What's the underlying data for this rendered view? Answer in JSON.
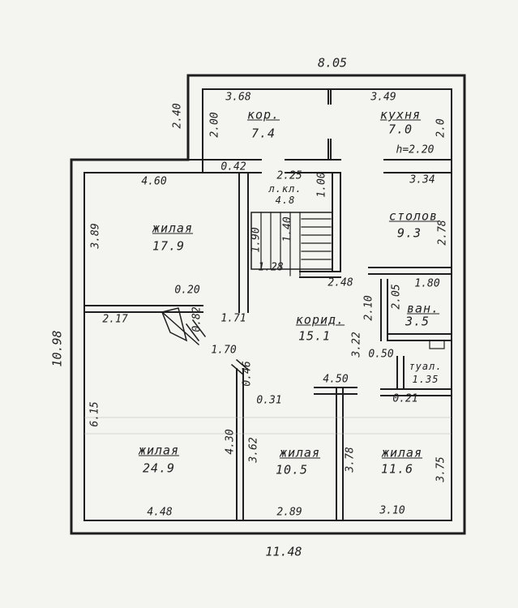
{
  "overall": {
    "top_width": "8.05",
    "bottom_width": "11.48",
    "left_height": "10.98"
  },
  "rooms": [
    {
      "id": "kor-top",
      "name": "кор.",
      "area": "7.4"
    },
    {
      "id": "kitchen",
      "name": "кухня",
      "area": "7.0"
    },
    {
      "id": "living-nw",
      "name": "жилая",
      "area": "17.9"
    },
    {
      "id": "stair",
      "name": "л.кл.",
      "area": "4.8"
    },
    {
      "id": "dining",
      "name": "столов",
      "area": "9.3"
    },
    {
      "id": "corridor",
      "name": "корид.",
      "area": "15.1"
    },
    {
      "id": "bath",
      "name": "ван.",
      "area": "3.5"
    },
    {
      "id": "wc",
      "name": "туал.",
      "area": "1.35"
    },
    {
      "id": "living-sw",
      "name": "жилая",
      "area": "24.9"
    },
    {
      "id": "living-s1",
      "name": "жилая",
      "area": "10.5"
    },
    {
      "id": "living-s2",
      "name": "жилая",
      "area": "11.6"
    }
  ],
  "dims": {
    "d368": "3.68",
    "d349": "3.49",
    "d240": "2.40",
    "d200": "2.00",
    "d20r": "2.0",
    "h220": "h=2.20",
    "d460": "4.60",
    "d042": "0.42",
    "d225": "2.25",
    "d100": "1.00",
    "d334": "3.34",
    "d389": "3.89",
    "d190": "1.90",
    "d140": "1.40",
    "d128": "1.28",
    "d248": "2.48",
    "d278": "2.78",
    "d020": "0.20",
    "d217": "2.17",
    "d082": "0.82",
    "d171": "1.71",
    "d170": "1.70",
    "d205": "2.05",
    "d180": "1.80",
    "d210": "2.10",
    "d322": "3.22",
    "d050": "0.50",
    "d046": "0.46",
    "d450": "4.50",
    "d031": "0.31",
    "d021": "0.21",
    "d615": "6.15",
    "d430": "4.30",
    "d362": "3.62",
    "d378": "3.78",
    "d375": "3.75",
    "d448": "4.48",
    "d289": "2.89",
    "d310": "3.10"
  }
}
